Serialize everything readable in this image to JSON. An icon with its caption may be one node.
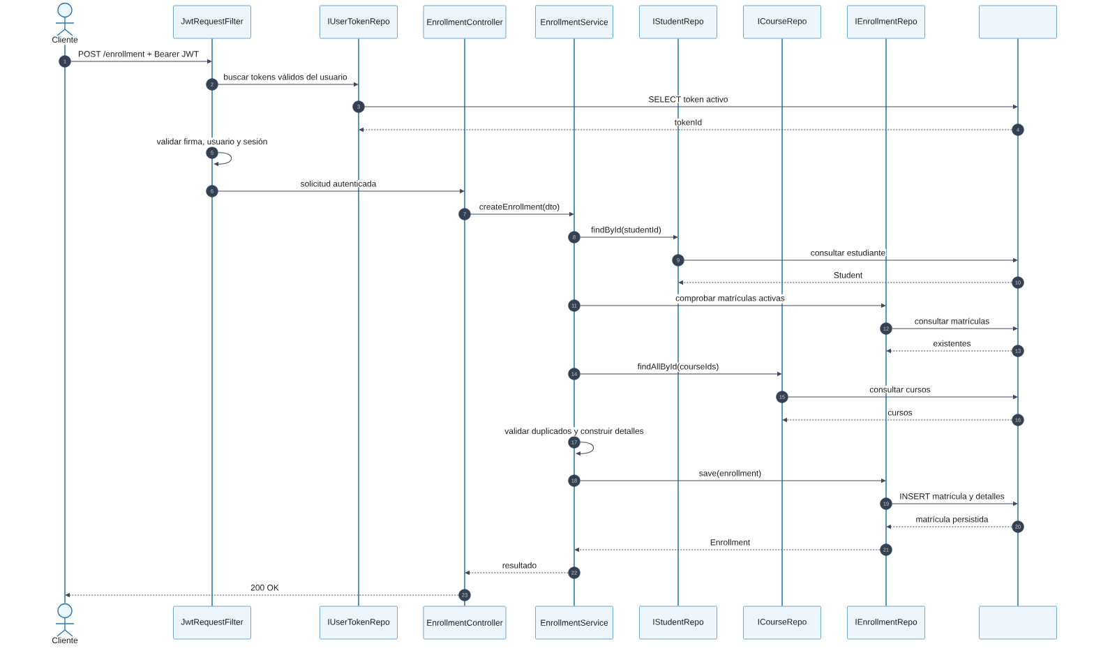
{
  "diagram": {
    "nodes": [
      {
        "text": [
          "Cliente"
        ]
      },
      {
        "text": [
          "JwtRequestFilter"
        ]
      },
      {
        "text": [
          "IUserTokenRepo"
        ]
      },
      {
        "text": [
          "EnrollmentController"
        ]
      },
      {
        "text": [
          "EnrollmentService"
        ]
      },
      {
        "text": [
          "IStudentRepo"
        ]
      },
      {
        "text": [
          "ICourseRepo"
        ]
      },
      {
        "text": [
          "IEnrollmentRepo"
        ]
      },
      {
        "text": [],
        "shape": "box"
      },
      {
        "text": [
          "1"
        ]
      },
      {
        "text": [
          "2"
        ]
      },
      {
        "text": [
          "3"
        ]
      },
      {
        "text": [
          "4"
        ]
      },
      {
        "text": [
          "5"
        ]
      },
      {
        "text": [
          "6"
        ]
      },
      {
        "text": [
          "7"
        ]
      },
      {
        "text": [
          "8"
        ]
      },
      {
        "text": [
          "9"
        ]
      },
      {
        "text": [
          "10"
        ]
      },
      {
        "text": [
          "11"
        ]
      },
      {
        "text": [
          "12"
        ]
      },
      {
        "text": [
          "13"
        ]
      },
      {
        "text": [
          "14"
        ]
      },
      {
        "text": [
          "15"
        ]
      },
      {
        "text": [
          "16"
        ]
      },
      {
        "text": [
          "17"
        ]
      },
      {
        "text": [
          "18"
        ]
      },
      {
        "text": [
          "19"
        ]
      },
      {
        "text": [
          "20"
        ]
      },
      {
        "text": [
          "21"
        ]
      },
      {
        "text": [
          "22"
        ]
      },
      {
        "text": [
          "23"
        ]
      },
      {
        "text": [
          "Cliente"
        ]
      },
      {
        "text": [
          "JwtRequestFilter"
        ]
      },
      {
        "text": [
          "IUserTokenRepo"
        ]
      },
      {
        "text": [
          "EnrollmentController"
        ]
      },
      {
        "text": [
          "EnrollmentService"
        ]
      },
      {
        "text": [
          "IStudentRepo"
        ]
      },
      {
        "text": [
          "ICourseRepo"
        ]
      },
      {
        "text": [
          "IEnrollmentRepo"
        ]
      },
      {
        "text": [],
        "shape": "box"
      }
    ],
    "edges": [
      {
        "from": 9,
        "to": null,
        "arrow": "to",
        "label": "POST /enrollment + Bearer JWT"
      },
      {
        "from": 10,
        "to": null,
        "arrow": "to",
        "label": "buscar tokens válidos del usuario"
      },
      {
        "from": 11,
        "to": null,
        "arrow": "to",
        "label": "SELECT token activo"
      },
      {
        "from": 12,
        "to": null,
        "arrow": "to",
        "label": "tokenId",
        "style": "dashed"
      },
      {
        "from": 13,
        "to": null,
        "arrow": "to",
        "label": "validar firma, usuario y sesión"
      },
      {
        "from": 14,
        "to": null,
        "arrow": "to",
        "label": "solicitud autenticada"
      },
      {
        "from": 15,
        "to": null,
        "arrow": "to",
        "label": "createEnrollment(dto)"
      },
      {
        "from": 16,
        "to": null,
        "arrow": "to",
        "label": "findById(studentId)"
      },
      {
        "from": 17,
        "to": null,
        "arrow": "to",
        "label": "consultar estudiante"
      },
      {
        "from": 18,
        "to": null,
        "arrow": "to",
        "label": "Student",
        "style": "dashed"
      },
      {
        "from": 19,
        "to": null,
        "arrow": "to",
        "label": "comprobar matrículas activas"
      },
      {
        "from": 20,
        "to": null,
        "arrow": "to",
        "label": "consultar matrículas"
      },
      {
        "from": 21,
        "to": null,
        "arrow": "to",
        "label": "existentes",
        "style": "dashed"
      },
      {
        "from": 22,
        "to": null,
        "arrow": "to",
        "label": "findAllById(courseIds)"
      },
      {
        "from": 23,
        "to": null,
        "arrow": "to",
        "label": "consultar cursos"
      },
      {
        "from": 24,
        "to": null,
        "arrow": "to",
        "label": "cursos",
        "style": "dashed"
      },
      {
        "from": 25,
        "to": null,
        "arrow": "to",
        "label": "validar duplicados y construir detalles"
      },
      {
        "from": 26,
        "to": null,
        "arrow": "to",
        "label": "save(enrollment)"
      },
      {
        "from": 27,
        "to": null,
        "arrow": "to",
        "label": "INSERT matrícula y detalles"
      },
      {
        "from": 28,
        "to": null,
        "arrow": "to",
        "label": "matrícula persistida",
        "style": "dashed"
      },
      {
        "from": 29,
        "to": null,
        "arrow": "to",
        "label": "Enrollment",
        "style": "dashed"
      },
      {
        "from": 30,
        "to": null,
        "arrow": "to",
        "label": "resultado",
        "style": "dashed"
      },
      {
        "from": 31,
        "to": 32,
        "arrow": "to",
        "label": "200 OK",
        "style": "dashed"
      },
      {
        "from": 0,
        "to": 32,
        "arrow": "none",
        "color": "#2b7bb5"
      },
      {
        "from": 1,
        "to": 33,
        "arrow": "none",
        "color": "#2b7bb5"
      },
      {
        "from": 2,
        "to": 34,
        "arrow": "none",
        "color": "#2b7bb5"
      },
      {
        "from": 3,
        "to": 35,
        "arrow": "none",
        "color": "#2b7bb5"
      },
      {
        "from": 4,
        "to": 36,
        "arrow": "none",
        "color": "#2b7bb5"
      },
      {
        "from": 5,
        "to": 37,
        "arrow": "none",
        "color": "#2b7bb5"
      },
      {
        "from": 6,
        "to": 38,
        "arrow": "none",
        "color": "#2b7bb5"
      },
      {
        "from": 7,
        "to": 39,
        "arrow": "none",
        "color": "#2b7bb5"
      },
      {
        "from": 8,
        "to": 40,
        "arrow": "none",
        "color": "#2b7bb5"
      }
    ]
  }
}
